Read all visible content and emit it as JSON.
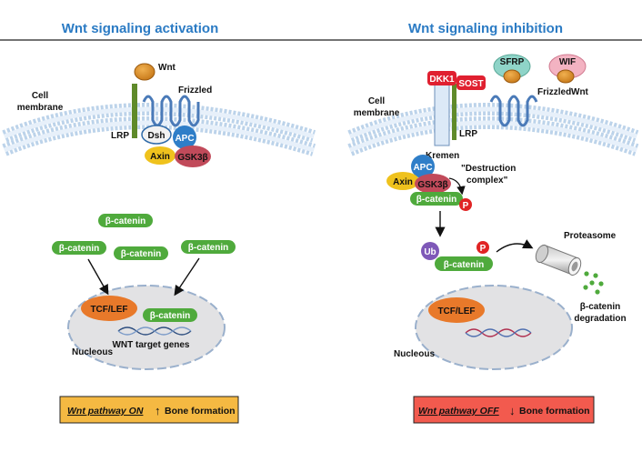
{
  "titles": {
    "left": "Wnt signaling activation",
    "right": "Wnt signaling inhibition"
  },
  "left": {
    "wnt": "Wnt",
    "frizzled": "Frizzled",
    "cell_membrane_1": "Cell",
    "cell_membrane_2": "membrane",
    "lrp": "LRP",
    "dsh": "Dsh",
    "apc": "APC",
    "axin": "Axin",
    "gsk3b": "GSK3β",
    "beta_catenin": "β-catenin",
    "tcf_lef": "TCF/LEF",
    "wnt_target_genes": "WNT target genes",
    "nucleous": "Nucleous",
    "status_pathway": "Wnt pathway ON",
    "status_arrow": "↑",
    "status_effect": "Bone formation"
  },
  "right": {
    "cell_membrane_1": "Cell",
    "cell_membrane_2": "membrane",
    "dkk1": "DKK1",
    "sost": "SOST",
    "sfrp": "SFRP",
    "wif": "WIF",
    "wnt": "Wnt",
    "frizzled": "Frizzled",
    "kremen": "Kremen",
    "lrp": "LRP",
    "apc": "APC",
    "axin": "Axin",
    "gsk3b": "GSK3β",
    "beta_catenin": "β-catenin",
    "p": "P",
    "destruction_1": "\"Destruction",
    "destruction_2": "complex\"",
    "ub": "Ub",
    "proteasome": "Proteasome",
    "degradation_1": "β-catenin",
    "degradation_2": "degradation",
    "tcf_lef": "TCF/LEF",
    "nucleous": "Nucleous",
    "status_pathway": "Wnt pathway OFF",
    "status_arrow": "↓",
    "status_effect": "Bone formation"
  },
  "colors": {
    "title_blue": "#2b7bc4",
    "beta_catenin_green": "#4faa3c",
    "tcf_orange": "#e8792a",
    "apc_blue": "#2f7ec8",
    "gsk_red": "#c14a5a",
    "axin_yellow": "#efc21d",
    "frizzled_blue": "#4a7ab8",
    "lrp_green": "#5f8a2a",
    "p_red": "#e02424",
    "ub_purple": "#7e58b8",
    "on_box": "#f5b942",
    "off_box": "#f25a4e",
    "nucleus_gray": "#e2e2e4"
  }
}
